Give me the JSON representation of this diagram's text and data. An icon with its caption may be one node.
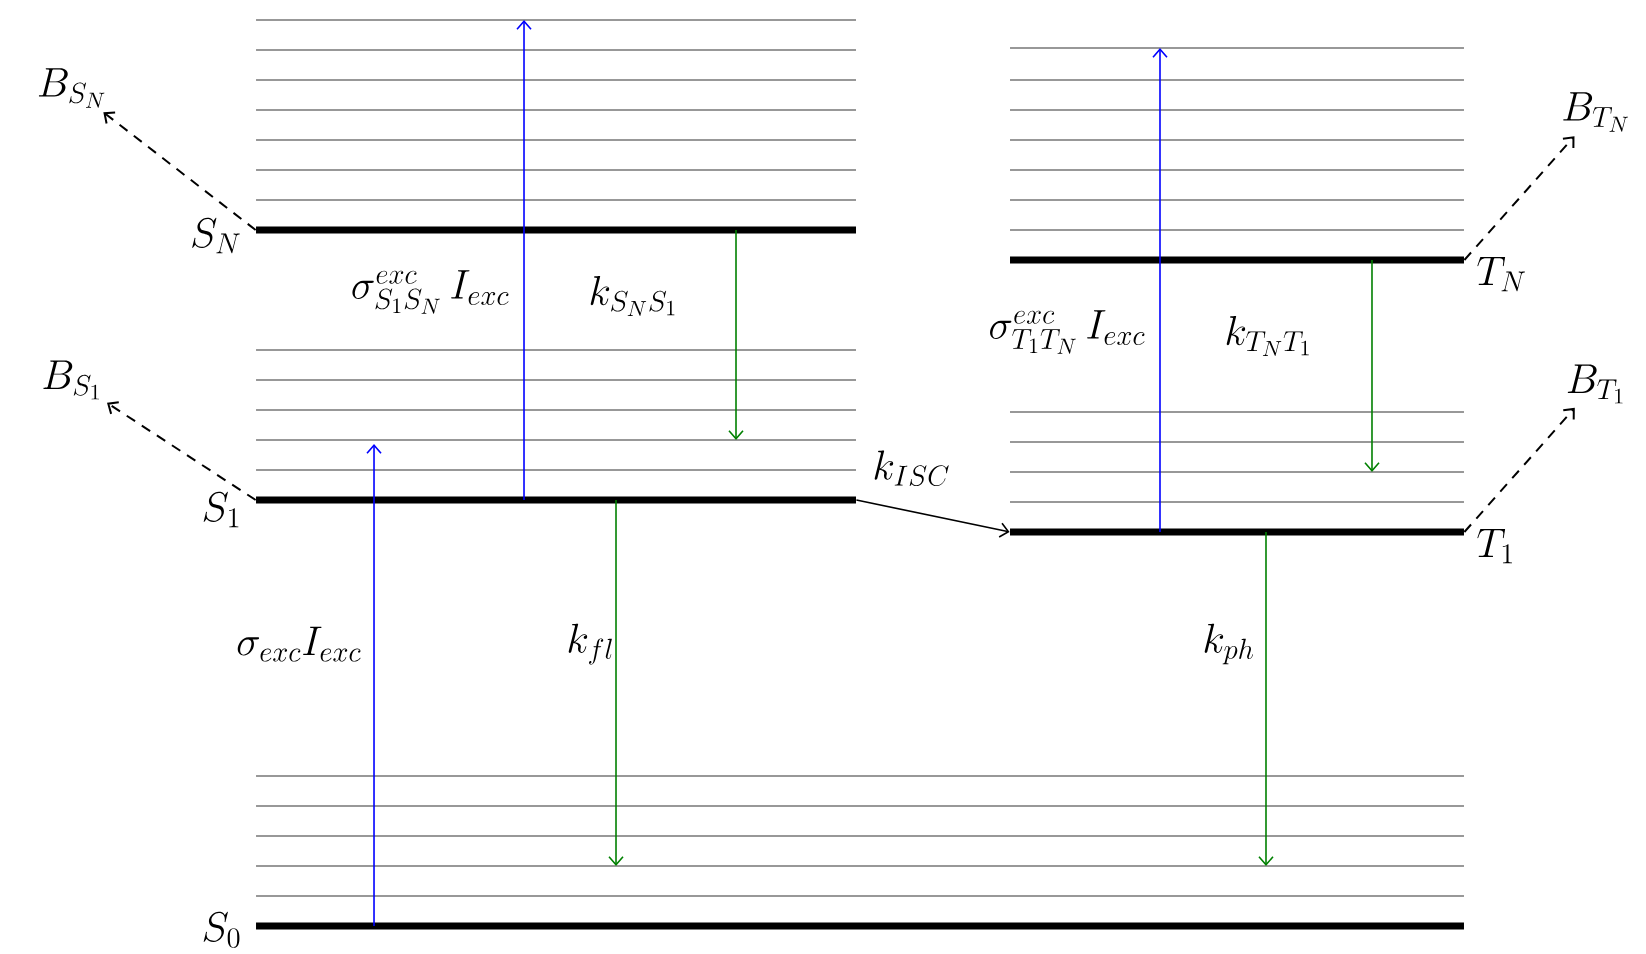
{
  "diagram": {
    "nodes": [
      {
        "text": [],
        "shape": "bar",
        "beside": [
          "S_0"
        ]
      },
      {
        "text": [],
        "shape": "bar",
        "beside": [
          "S_1"
        ]
      },
      {
        "text": [],
        "shape": "bar",
        "beside": [
          "S_N"
        ]
      },
      {
        "text": [],
        "shape": "bar",
        "beside": [
          "T_1"
        ]
      },
      {
        "text": [],
        "shape": "bar",
        "beside": [
          "T_N"
        ]
      },
      {
        "text": [
          "B_{S_N}"
        ]
      },
      {
        "text": [
          "B_{S_1}"
        ]
      },
      {
        "text": [
          "B_{T_N}"
        ]
      },
      {
        "text": [
          "B_{T_1}"
        ]
      }
    ],
    "edges": [
      {
        "from": 0,
        "to": 1,
        "arrow": "to",
        "color": "#0000ff",
        "label": "\\sigma_{exc} I_{exc}"
      },
      {
        "from": 1,
        "to": 2,
        "arrow": "to",
        "color": "#0000ff",
        "label": "\\sigma^{exc}_{S_1 S_N}\\, I_{exc}"
      },
      {
        "from": 2,
        "to": 1,
        "arrow": "to",
        "color": "#008000",
        "label": "k_{S_N S_1}"
      },
      {
        "from": 1,
        "to": 0,
        "arrow": "to",
        "color": "#008000",
        "label": "k_{fl}"
      },
      {
        "from": 1,
        "to": 3,
        "arrow": "to",
        "label": "k_{ISC}"
      },
      {
        "from": 3,
        "to": 4,
        "arrow": "to",
        "color": "#0000ff",
        "label": "\\sigma^{exc}_{T_1 T_N}\\, I_{exc}"
      },
      {
        "from": 4,
        "to": 3,
        "arrow": "to",
        "color": "#008000",
        "label": "k_{T_N T_1}"
      },
      {
        "from": 3,
        "to": 0,
        "arrow": "to",
        "color": "#008000",
        "label": "k_{ph}"
      },
      {
        "from": 2,
        "to": 5,
        "arrow": "to",
        "style": "dashed"
      },
      {
        "from": 1,
        "to": 6,
        "arrow": "to",
        "style": "dashed"
      },
      {
        "from": 4,
        "to": 7,
        "arrow": "to",
        "style": "dashed"
      },
      {
        "from": 3,
        "to": 8,
        "arrow": "to",
        "style": "dashed"
      }
    ]
  }
}
